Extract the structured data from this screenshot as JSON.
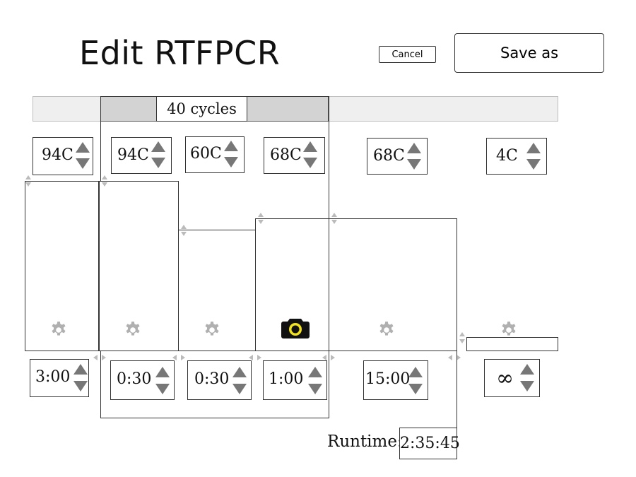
{
  "header": {
    "title": "Edit RTFPCR",
    "cancel_label": "Cancel",
    "save_as_label": "Save as"
  },
  "cycles": {
    "label": "40 cycles"
  },
  "steps": [
    {
      "temperature": "94C",
      "time": "3:00",
      "icon": "gear-icon",
      "level": 0.73
    },
    {
      "temperature": "94C",
      "time": "0:30",
      "icon": "gear-icon",
      "level": 0.73
    },
    {
      "temperature": "60C",
      "time": "0:30",
      "icon": "gear-icon",
      "level": 0.52
    },
    {
      "temperature": "68C",
      "time": "1:00",
      "icon": "camera-icon",
      "level": 0.57
    },
    {
      "temperature": "68C",
      "time": "15:00",
      "icon": "gear-icon",
      "level": 0.57
    },
    {
      "temperature": "4C",
      "time": "∞",
      "icon": "gear-icon",
      "level": 0.06
    }
  ],
  "runtime": {
    "label": "Runtime:",
    "value": "2:35:45"
  },
  "colors": {
    "camera_ring": "#f2e21a",
    "arrow": "#777777",
    "bar": "#efefef",
    "cycle_segment": "#d3d3d3"
  }
}
